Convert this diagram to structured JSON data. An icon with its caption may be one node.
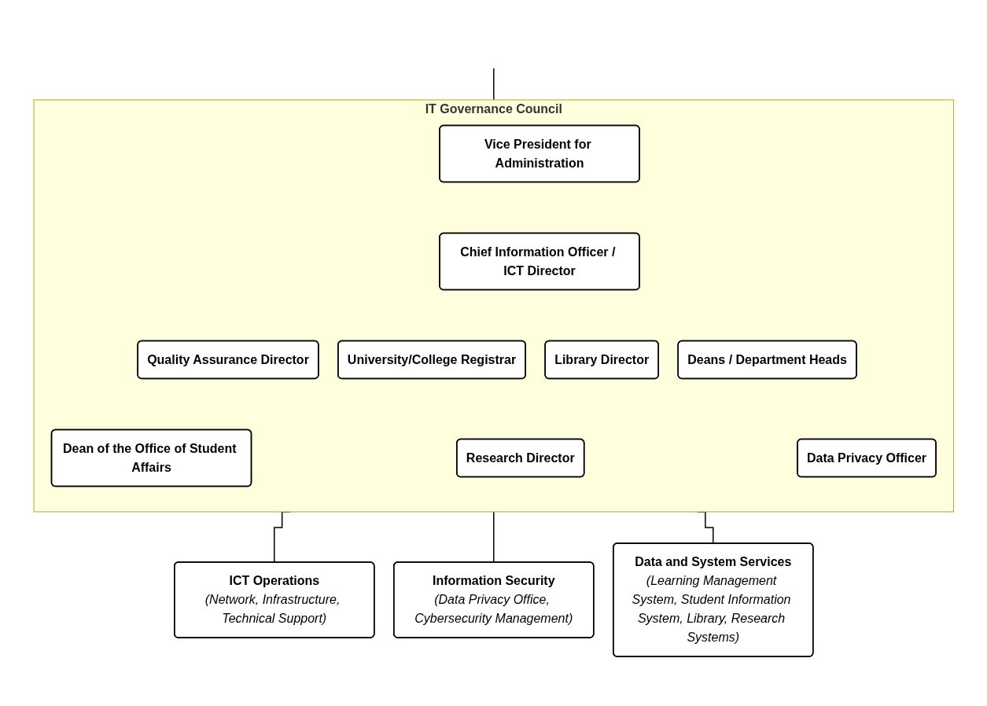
{
  "diagram": {
    "nodes": [
      {
        "text": [
          "IT Governance Council"
        ]
      },
      {
        "text": [
          "Vice President for Administration"
        ],
        "in": 0
      },
      {
        "text": [
          "Chief Information Officer / ICT Director"
        ],
        "in": 0
      },
      {
        "text": [
          "Quality Assurance Director"
        ],
        "in": 0
      },
      {
        "text": [
          "University/College Registrar"
        ],
        "in": 0
      },
      {
        "text": [
          "Library Director"
        ],
        "in": 0
      },
      {
        "text": [
          "Deans / Department Heads"
        ],
        "in": 0
      },
      {
        "text": [
          "Dean of the Office of Student Affairs"
        ],
        "in": 0
      },
      {
        "text": [
          "Research Director"
        ],
        "in": 0
      },
      {
        "text": [
          "Data Privacy Officer"
        ],
        "in": 0
      },
      {
        "text": [
          "ICT Operations",
          "(Network, Infrastructure, Technical Support)"
        ]
      },
      {
        "text": [
          "Information Security",
          "(Data Privacy Office, Cybersecurity Management)"
        ]
      },
      {
        "text": [
          "Data and System Services",
          "(Learning Management System, Student Information System, Library, Research Systems)"
        ]
      }
    ],
    "edges": [
      {
        "from": null,
        "to": 0,
        "arrow": "none"
      },
      {
        "from": 0,
        "to": 10,
        "arrow": "none"
      },
      {
        "from": 0,
        "to": 11,
        "arrow": "none"
      },
      {
        "from": 0,
        "to": 12,
        "arrow": "none"
      }
    ]
  }
}
